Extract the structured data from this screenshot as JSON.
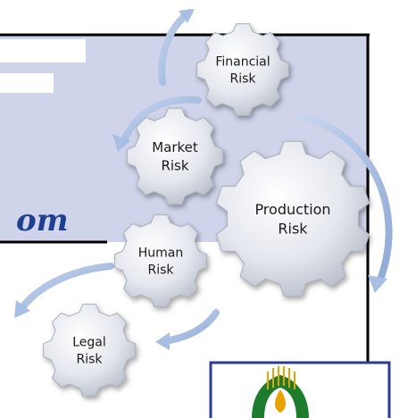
{
  "slide": {
    "brand_fragment": "om",
    "colors": {
      "panel": "#cfd4ea",
      "panel_border": "#000000",
      "brand": "#1f3f8f",
      "arrow": "#9fb7dc",
      "gear": "#dde1e8",
      "logo_border": "#2a3c8f"
    }
  },
  "gears": [
    {
      "id": "financial-risk",
      "lines": [
        "Financial",
        "Risk"
      ]
    },
    {
      "id": "market-risk",
      "lines": [
        "Market",
        "Risk"
      ]
    },
    {
      "id": "production-risk",
      "lines": [
        "Production",
        "Risk"
      ]
    },
    {
      "id": "human-risk",
      "lines": [
        "Human",
        "Risk"
      ]
    },
    {
      "id": "legal-risk",
      "lines": [
        "Legal",
        "Risk"
      ]
    }
  ],
  "logo": {
    "icon": "wheat-emblem-icon"
  }
}
